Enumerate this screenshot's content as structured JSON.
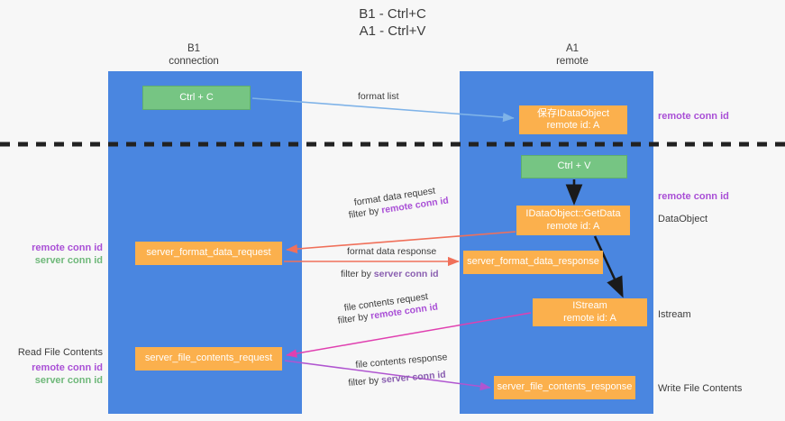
{
  "title": {
    "line1": "B1 - Ctrl+C",
    "line2": "A1 - Ctrl+V"
  },
  "columns": {
    "left": {
      "name": "B1",
      "role": "connection"
    },
    "right": {
      "name": "A1",
      "role": "remote"
    }
  },
  "boxes": {
    "ctrl_c": {
      "label": "Ctrl + C",
      "color": "#76c583"
    },
    "ctrl_v": {
      "label": "Ctrl + V",
      "color": "#76c583"
    },
    "save_dataobject": {
      "line1": "保存IDataObject",
      "line2": "remote id: A",
      "color": "#fbb04d"
    },
    "getdata": {
      "line1": "IDataObject::GetData",
      "line2": "remote id: A",
      "color": "#fbb04d"
    },
    "server_format_data_request": {
      "label": "server_format_data_request",
      "color": "#fbb04d"
    },
    "server_format_data_response": {
      "label": "server_format_data_response",
      "color": "#fbb04d"
    },
    "istream": {
      "line1": "IStream",
      "line2": "remote id: A",
      "color": "#fbb04d"
    },
    "server_file_contents_request": {
      "label": "server_file_contents_request",
      "color": "#fbb04d"
    },
    "server_file_contents_response": {
      "label": "server_file_contents_response",
      "color": "#fbb04d"
    }
  },
  "edge_labels": {
    "format_list": "format list",
    "format_data_request": "format data request",
    "format_data_request_filter_prefix": "filter by ",
    "format_data_request_filter_key": "remote conn id",
    "format_data_response": "format data response",
    "format_data_response_filter_prefix": "filter by ",
    "format_data_response_filter_key": "server conn id",
    "file_contents_request": "file contents request",
    "file_contents_request_filter_prefix": "filter by ",
    "file_contents_request_filter_key": "remote conn id",
    "file_contents_response": "file contents response",
    "file_contents_response_filter_prefix": "filter by ",
    "file_contents_response_filter_key": "server conn id"
  },
  "annotations": {
    "right_remote_conn_id_top": "remote conn id",
    "right_remote_conn_id_mid": "remote conn id",
    "right_dataobject": "DataObject",
    "right_istream": "Istream",
    "right_write_file_contents": "Write File Contents",
    "left_remote_conn_id_mid": "remote conn id",
    "left_server_conn_id_mid": "server conn id",
    "left_read_file_contents": "Read File Contents",
    "left_remote_conn_id_bottom": "remote conn id",
    "left_server_conn_id_bottom": "server conn id"
  },
  "colors": {
    "lane": "#4a86e0",
    "green_box": "#76c583",
    "orange_box": "#fbb04d",
    "purple_text": "#a94fd6",
    "green_text": "#6fb87a",
    "arrow_blue": "#7fb3e8",
    "arrow_red": "#f0705a",
    "arrow_magenta": "#e040b0",
    "arrow_purple": "#b055d0",
    "arrow_black": "#1a1a1a",
    "divider": "#222222"
  }
}
